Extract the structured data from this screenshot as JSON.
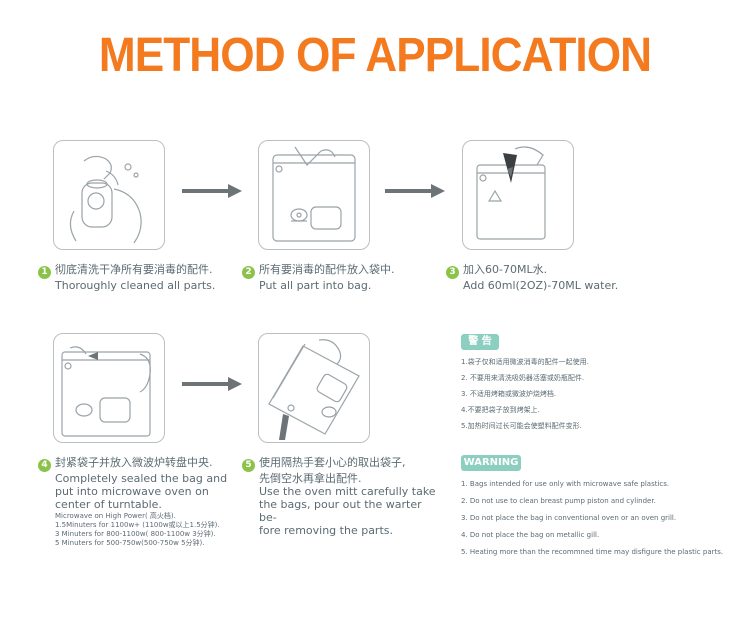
{
  "title": "METHOD OF APPLICATION",
  "steps": [
    {
      "num": "1",
      "cn": "彻底清洗干净所有要消毒的配件.",
      "en": [
        "Thoroughly cleaned all parts."
      ]
    },
    {
      "num": "2",
      "cn": "所有要消毒的配件放入袋中.",
      "en": [
        "Put all part into bag."
      ]
    },
    {
      "num": "3",
      "cn": "加入60-70ML水.",
      "en": [
        "Add 60ml(2OZ)-70ML water."
      ]
    },
    {
      "num": "4",
      "cn": "封紧袋子并放入微波炉转盘中央.",
      "en": [
        "Completely sealed the bag and",
        "put into microwave oven on",
        "center of turntable."
      ]
    },
    {
      "num": "5",
      "cn": "使用隔热手套小心的取出袋子,",
      "cn2": "先倒空水再拿出配件.",
      "en": [
        "Use the oven mitt carefully take",
        "the bags, pour out the warter be-",
        "fore removing the parts."
      ]
    }
  ],
  "microwave_notes": [
    "Microwave on High Power( 高火档).",
    "1.5Minuters for  1100w+ (1100w或以上1.5分钟).",
    "3 Minuters for 800-1100w( 800-1100w 3分钟).",
    "5 Minuters for 500-750w(500-750w 5分钟)."
  ],
  "warning_cn": {
    "label": "警 告",
    "items": [
      "1.袋子仅和适用微波消毒的配件一起使用.",
      "2. 不要用来清洗吸奶器活塞或奶瓶配件.",
      "3. 不适用烤箱或微波炉烧烤档.",
      "4.不要把袋子放到烤架上.",
      "5.加热时间过长可能会使塑料配件变形."
    ]
  },
  "warning_en": {
    "label": "WARNING",
    "items": [
      "1. Bags intended for use only with microwave safe plastics.",
      "2. Do not use to clean breast pump piston and cylinder.",
      "3. Do not place the bag in conventional oven or an oven grill.",
      "4. Do not place the bag on metallic gill.",
      "5. Heating more than the recommned time may disfigure the plastic parts."
    ]
  },
  "colors": {
    "title": "#f47a1f",
    "step_number": "#8bc34a",
    "badge": "#8ccfc0",
    "arrow": "#6d7478"
  }
}
